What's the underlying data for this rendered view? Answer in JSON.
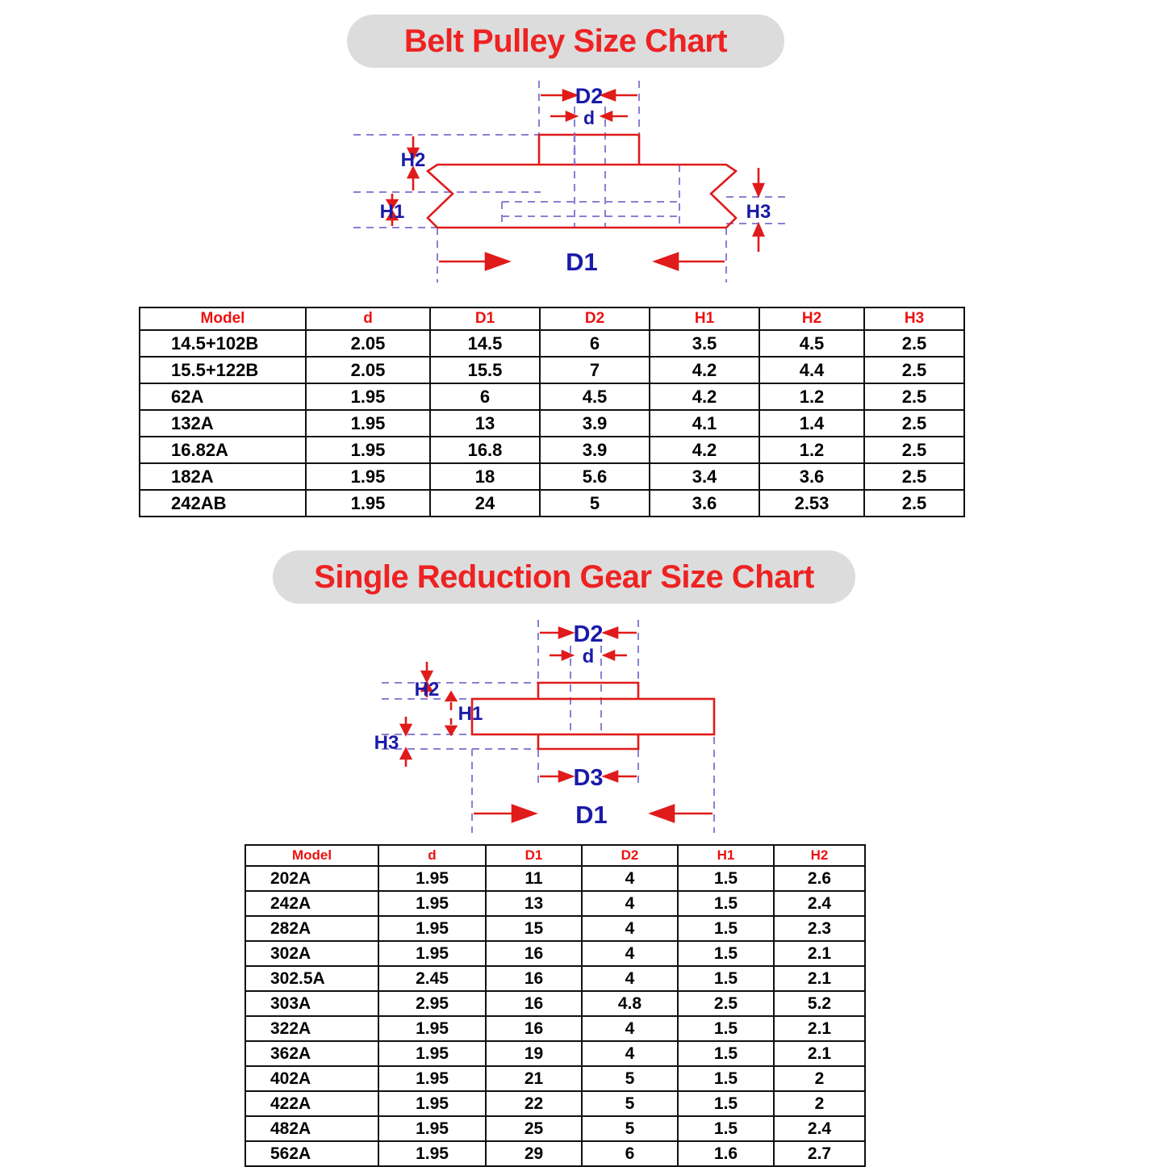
{
  "sections": [
    {
      "id": "belt-pulley",
      "title": "Belt Pulley Size Chart",
      "diagram": {
        "labels": {
          "d": "d",
          "D1": "D1",
          "D2": "D2",
          "H1": "H1",
          "H2": "H2",
          "H3": "H3"
        },
        "line_color": "#e01b1b",
        "label_color": "#1a1aa8",
        "guide_color": "#8a7fd4"
      },
      "table": {
        "headers": [
          "Model",
          "d",
          "D1",
          "D2",
          "H1",
          "H2",
          "H3"
        ],
        "rows": [
          [
            "14.5+102B",
            "2.05",
            "14.5",
            "6",
            "3.5",
            "4.5",
            "2.5"
          ],
          [
            "15.5+122B",
            "2.05",
            "15.5",
            "7",
            "4.2",
            "4.4",
            "2.5"
          ],
          [
            "62A",
            "1.95",
            "6",
            "4.5",
            "4.2",
            "1.2",
            "2.5"
          ],
          [
            "132A",
            "1.95",
            "13",
            "3.9",
            "4.1",
            "1.4",
            "2.5"
          ],
          [
            "16.82A",
            "1.95",
            "16.8",
            "3.9",
            "4.2",
            "1.2",
            "2.5"
          ],
          [
            "182A",
            "1.95",
            "18",
            "5.6",
            "3.4",
            "3.6",
            "2.5"
          ],
          [
            "242AB",
            "1.95",
            "24",
            "5",
            "3.6",
            "2.53",
            "2.5"
          ]
        ]
      }
    },
    {
      "id": "single-reduction-gear",
      "title": "Single Reduction Gear Size Chart",
      "diagram": {
        "labels": {
          "d": "d",
          "D1": "D1",
          "D2": "D2",
          "D3": "D3",
          "H1": "H1",
          "H2": "H2",
          "H3": "H3"
        },
        "line_color": "#e01b1b",
        "label_color": "#1a1aa8",
        "guide_color": "#8a7fd4"
      },
      "table": {
        "headers": [
          "Model",
          "d",
          "D1",
          "D2",
          "H1",
          "H2"
        ],
        "rows": [
          [
            "202A",
            "1.95",
            "11",
            "4",
            "1.5",
            "2.6"
          ],
          [
            "242A",
            "1.95",
            "13",
            "4",
            "1.5",
            "2.4"
          ],
          [
            "282A",
            "1.95",
            "15",
            "4",
            "1.5",
            "2.3"
          ],
          [
            "302A",
            "1.95",
            "16",
            "4",
            "1.5",
            "2.1"
          ],
          [
            "302.5A",
            "2.45",
            "16",
            "4",
            "1.5",
            "2.1"
          ],
          [
            "303A",
            "2.95",
            "16",
            "4.8",
            "2.5",
            "5.2"
          ],
          [
            "322A",
            "1.95",
            "16",
            "4",
            "1.5",
            "2.1"
          ],
          [
            "362A",
            "1.95",
            "19",
            "4",
            "1.5",
            "2.1"
          ],
          [
            "402A",
            "1.95",
            "21",
            "5",
            "1.5",
            "2"
          ],
          [
            "422A",
            "1.95",
            "22",
            "5",
            "1.5",
            "2"
          ],
          [
            "482A",
            "1.95",
            "25",
            "5",
            "1.5",
            "2.4"
          ],
          [
            "562A",
            "1.95",
            "29",
            "6",
            "1.6",
            "2.7"
          ]
        ]
      }
    }
  ]
}
